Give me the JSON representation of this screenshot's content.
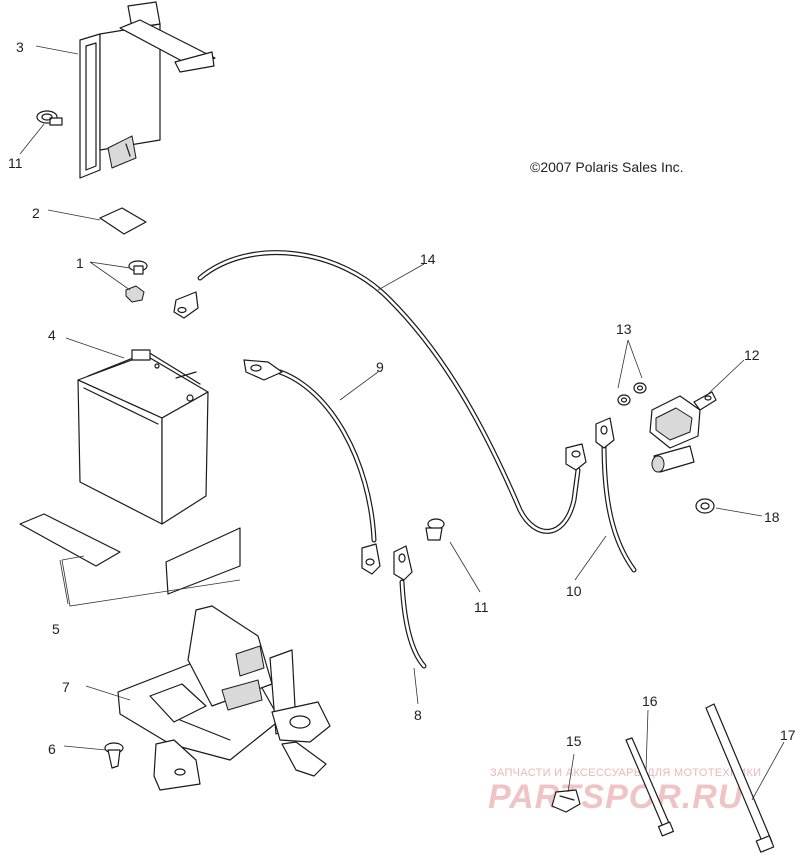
{
  "copyright": "©2007 Polaris Sales Inc.",
  "callouts": {
    "c1": "1",
    "c2": "2",
    "c3": "3",
    "c4": "4",
    "c5": "5",
    "c6": "6",
    "c7": "7",
    "c8": "8",
    "c9": "9",
    "c10": "10",
    "c11a": "11",
    "c11b": "11",
    "c12": "12",
    "c13": "13",
    "c14": "14",
    "c15": "15",
    "c16": "16",
    "c17": "17",
    "c18": "18"
  },
  "watermark": {
    "tagline": "ЗАПЧАСТИ И АКСЕССУАРЫ ДЛЯ МОТОТЕХНИКИ",
    "brand": "PARTSPOR.RU"
  }
}
